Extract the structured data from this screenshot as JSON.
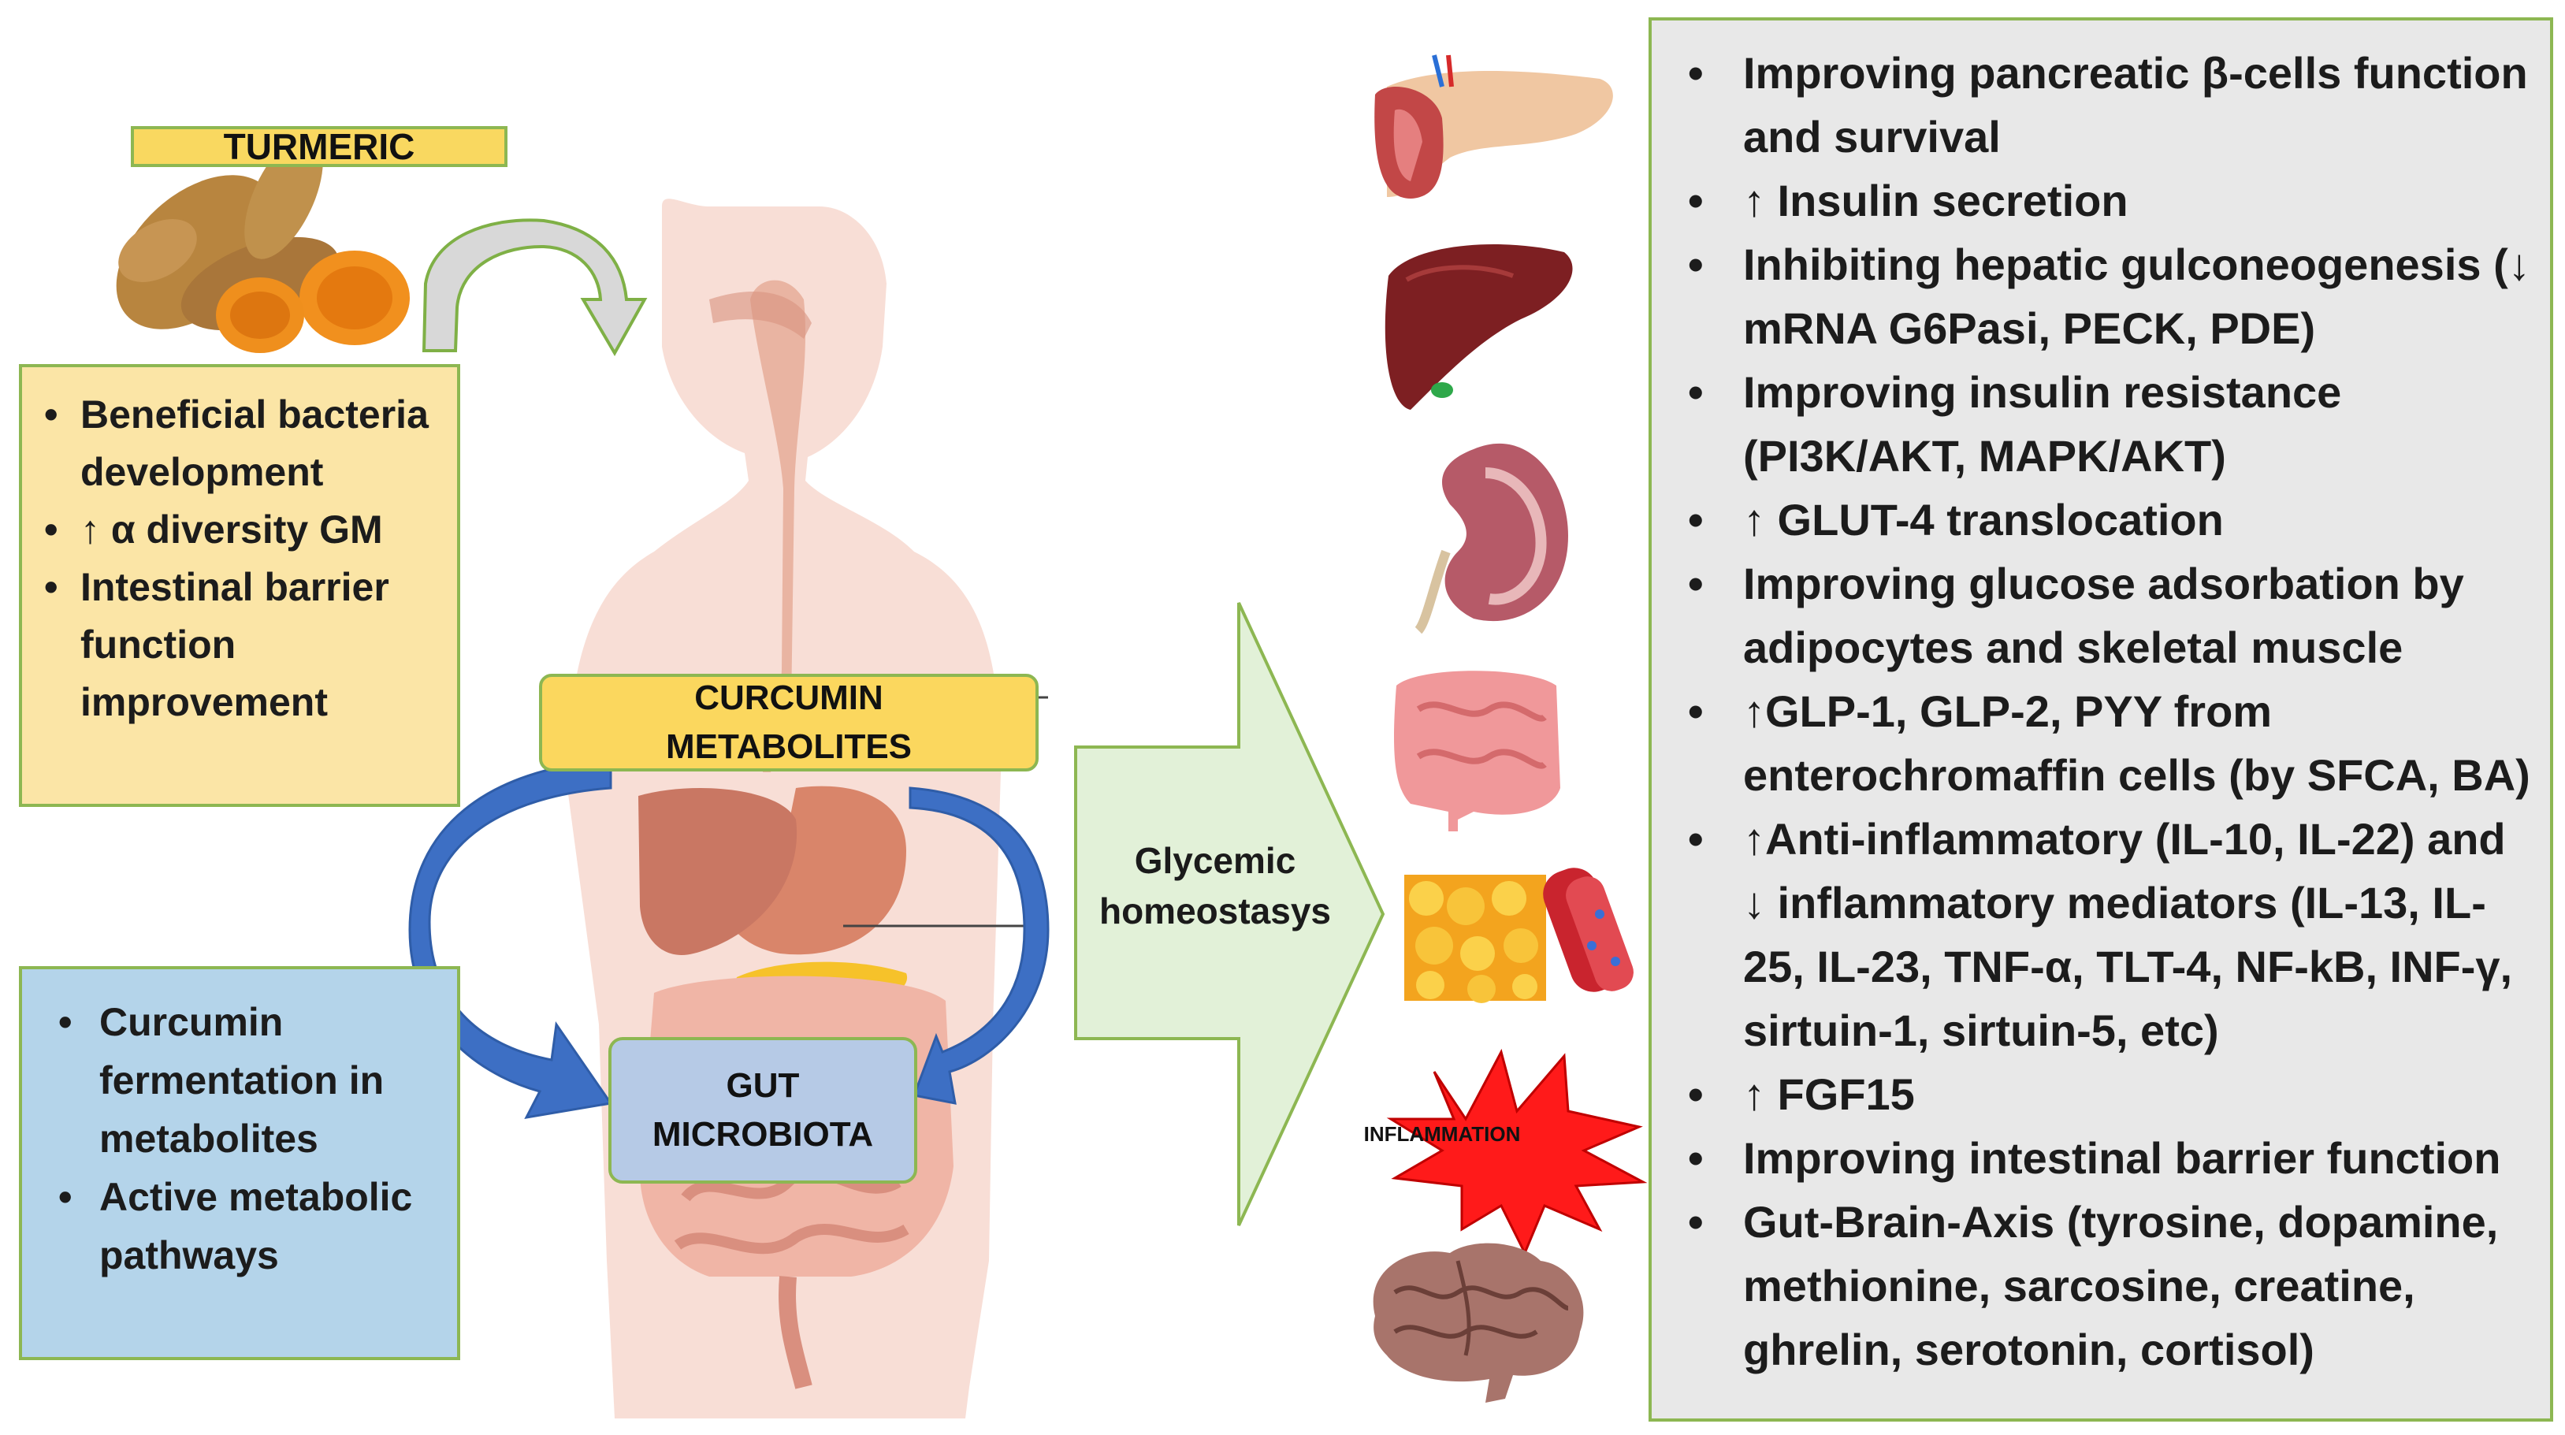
{
  "turmeric_label": "TURMERIC",
  "bacteria_box": {
    "items": [
      "Beneficial bacteria development",
      "↑ α diversity GM",
      "Intestinal barrier function improvement"
    ]
  },
  "curcumin_box": {
    "items": [
      "Curcumin fermentation in metabolites",
      "Active metabolic pathways"
    ]
  },
  "metabolites_label": "CURCUMIN\nMETABOLITES",
  "gut_label": "GUT\nMICROBIOTA",
  "glycemic_label": "Glycemic\nhomeostasys",
  "inflammation_label": "INFLAMMATION",
  "effects_box": {
    "items": [
      "Improving pancreatic β-cells function and survival",
      "↑ Insulin secretion",
      "Inhibiting hepatic gulconeogenesis (↓ mRNA G6Pasi, PECK, PDE)",
      "Improving insulin resistance (PI3K/AKT, MAPK/AKT)",
      "↑ GLUT-4 translocation",
      "Improving glucose adsorbation by adipocytes and skeletal muscle",
      "↑GLP-1, GLP-2, PYY from enterochromaffin cells (by SFCA, BA)",
      "↑Anti-inflammatory (IL-10, IL-22) and ↓ inflammatory mediators (IL-13,  IL-25, IL-23, TNF-α, TLT-4, NF-kB, INF-γ, sirtuin-1, sirtuin-5, etc)",
      "↑ FGF15",
      "Improving intestinal barrier function",
      "Gut-Brain-Axis (tyrosine, dopamine, methionine, sarcosine, creatine, ghrelin, serotonin, cortisol)"
    ]
  },
  "colors": {
    "box_border": "#8db752",
    "yellow_box": "#fbe5a6",
    "blue_box": "#b4d4ea",
    "effects_box": "#e8e8e8",
    "metabolites_box": "#fbd75e",
    "gut_box": "#b6cae6",
    "blue_arrow": "#3a6fc4",
    "green_arrow": "#e2f1d8",
    "star_red": "#ff1a1a"
  },
  "icons": [
    "turmeric-root-image",
    "human-body-silhouette",
    "pancreas-icon",
    "liver-icon",
    "kidney-icon",
    "intestine-icon",
    "adipocytes-muscle-icon",
    "inflammation-star-icon",
    "brain-icon"
  ]
}
